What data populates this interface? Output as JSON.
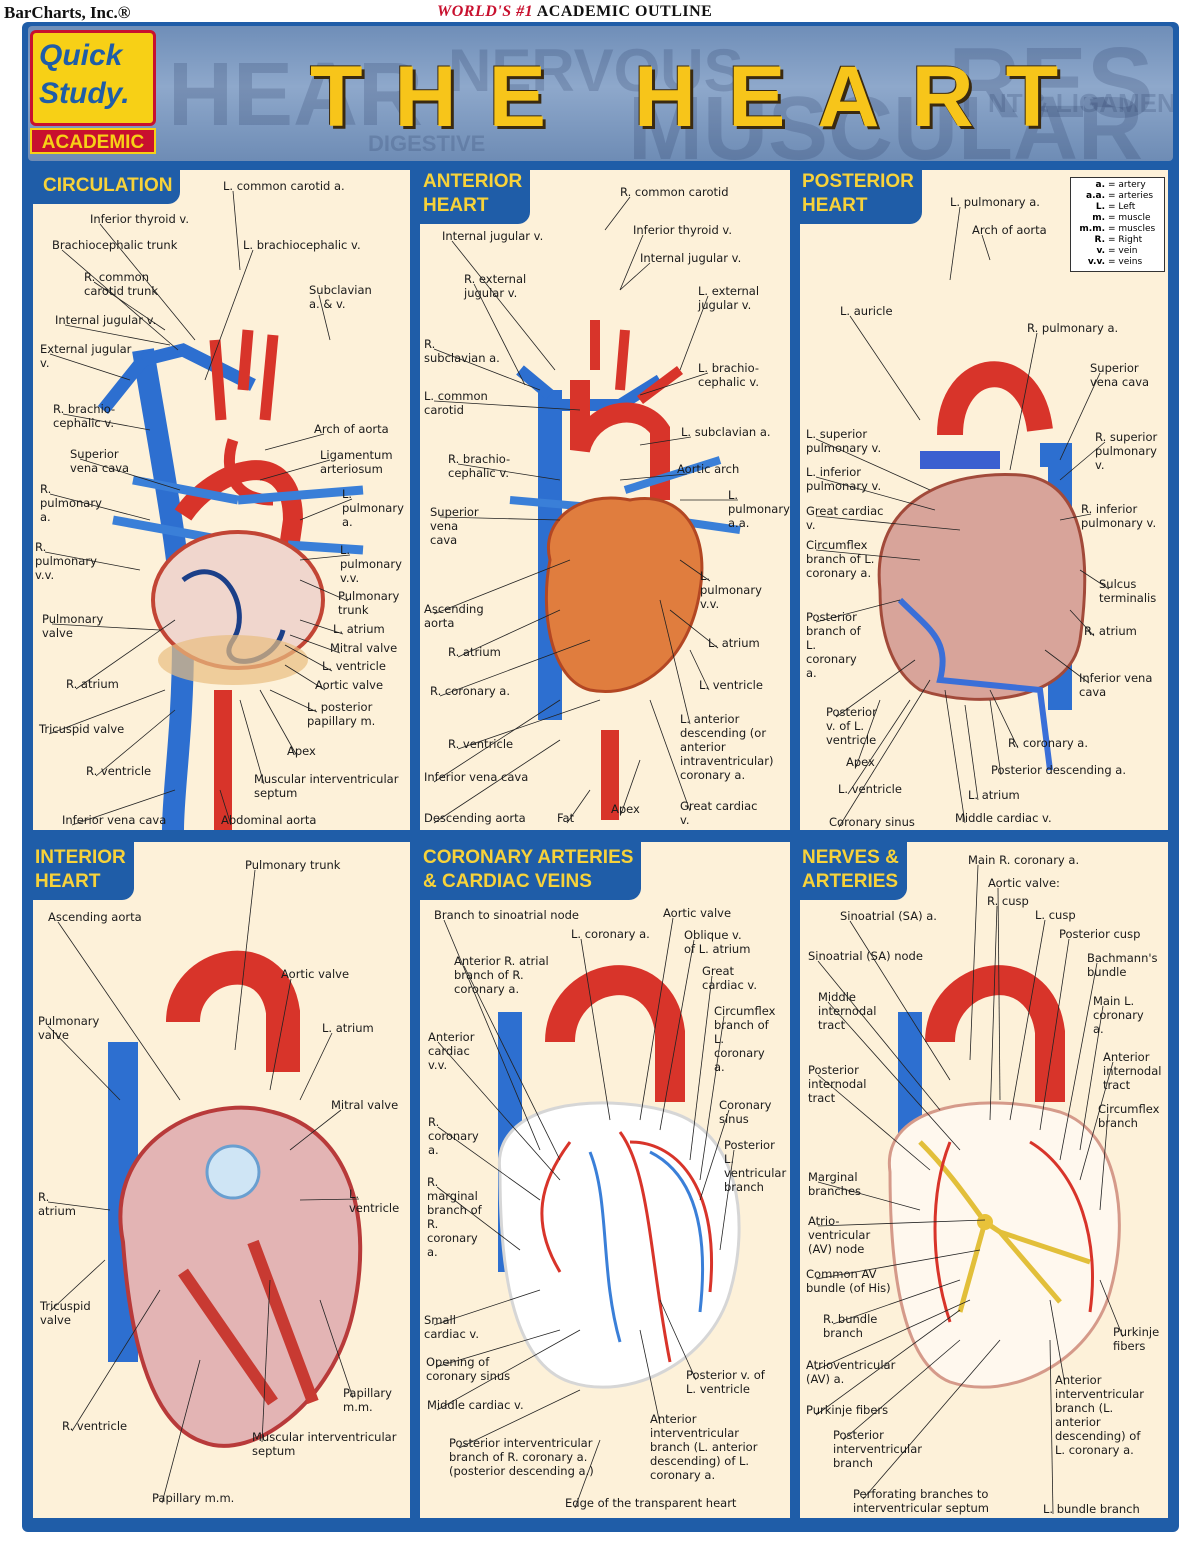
{
  "header": {
    "publisher": "BarCharts, Inc.®",
    "outline_emph": "WORLD'S #1",
    "outline_rest": " ACADEMIC OUTLINE"
  },
  "banner": {
    "logo_line1": "Quick",
    "logo_line2": "Study.",
    "logo_line3": "ACADEMIC",
    "title": "THE HEART"
  },
  "colors": {
    "frame_blue": "#1f5da8",
    "title_yellow": "#f7c51a",
    "panel_bg": "#fdf1d9",
    "artery_red": "#d8342a",
    "vein_blue": "#2d6fd0"
  },
  "legend": [
    {
      "key": "a.",
      "value": "artery"
    },
    {
      "key": "a.a.",
      "value": "arteries"
    },
    {
      "key": "L.",
      "value": "Left"
    },
    {
      "key": "m.",
      "value": "muscle"
    },
    {
      "key": "m.m.",
      "value": "muscles"
    },
    {
      "key": "R.",
      "value": "Right"
    },
    {
      "key": "v.",
      "value": "vein"
    },
    {
      "key": "v.v.",
      "value": "veins"
    }
  ],
  "panels": {
    "circulation": {
      "title": "CIRCULATION",
      "labels": [
        "L. common carotid a.",
        "Inferior thyroid v.",
        "Brachiocephalic trunk",
        "L. brachiocephalic v.",
        "R. common\ncarotid trunk",
        "Subclavian\na. & v.",
        "Internal jugular v.",
        "External jugular\nv.",
        "R. brachio-\ncephalic v.",
        "Arch of aorta",
        "Superior\nvena cava",
        "Ligamentum\narteriosum",
        "R.\npulmonary\na.",
        "L.\npulmonary\na.",
        "R.\npulmonary\nv.v.",
        "L.\npulmonary\nv.v.",
        "Pulmonary\ntrunk",
        "Pulmonary\nvalve",
        "L. atrium",
        "Mitral valve",
        "L. ventricle",
        "R. atrium",
        "Aortic valve",
        "L. posterior\npapillary m.",
        "Tricuspid valve",
        "Apex",
        "R. ventricle",
        "Muscular interventricular\nseptum",
        "Inferior vena cava",
        "Abdominal aorta"
      ]
    },
    "anterior": {
      "title": "ANTERIOR\nHEART",
      "labels": [
        "R. common carotid",
        "Internal jugular v.",
        "Inferior thyroid v.",
        "Internal jugular v.",
        "R. external\njugular v.",
        "L. external\njugular v.",
        "R.\nsubclavian a.",
        "L. brachio-\ncephalic v.",
        "L. common\ncarotid",
        "L. subclavian a.",
        "R. brachio-\ncephalic v.",
        "Aortic arch",
        "Superior\nvena\ncava",
        "L.\npulmonary\na.a.",
        "Ascending\naorta",
        "L.\npulmonary\nv.v.",
        "R. atrium",
        "L. atrium",
        "R. coronary a.",
        "L. ventricle",
        "R. ventricle",
        "L. anterior\ndescending (or\nanterior\nintraventricular)\ncoronary a.",
        "Inferior vena cava",
        "Great cardiac\nv.",
        "Descending aorta",
        "Fat",
        "Apex"
      ]
    },
    "posterior": {
      "title": "POSTERIOR\nHEART",
      "labels": [
        "L. pulmonary a.",
        "Arch of aorta",
        "L. auricle",
        "R. pulmonary a.",
        "Superior\nvena cava",
        "L. superior\npulmonary v.",
        "R. superior\npulmonary\nv.",
        "L. inferior\npulmonary v.",
        "R. inferior\npulmonary v.",
        "Great cardiac\nv.",
        "Circumflex\nbranch of L.\ncoronary a.",
        "Sulcus\nterminalis",
        "Posterior\nbranch of\nL.\ncoronary\na.",
        "R. atrium",
        "Inferior vena\ncava",
        "Posterior\nv. of L.\nventricle",
        "R. coronary a.",
        "Apex",
        "Posterior descending a.",
        "L. ventricle",
        "L. atrium",
        "Coronary sinus",
        "Middle cardiac v."
      ]
    },
    "interior": {
      "title": "INTERIOR\nHEART",
      "labels": [
        "Pulmonary trunk",
        "Ascending aorta",
        "Aortic valve",
        "Pulmonary\nvalve",
        "L. atrium",
        "Mitral valve",
        "R.\natrium",
        "L.\nventricle",
        "Tricuspid\nvalve",
        "Papillary\nm.m.",
        "R. ventricle",
        "Muscular interventricular\nseptum",
        "Papillary m.m."
      ]
    },
    "coronary": {
      "title": "CORONARY ARTERIES\n& CARDIAC VEINS",
      "labels": [
        "Branch to sinoatrial node",
        "Aortic valve",
        "L. coronary a.",
        "Oblique v.\nof L. atrium",
        "Anterior R. atrial\nbranch of R.\ncoronary a.",
        "Great\ncardiac v.",
        "Circumflex\nbranch of\nL.\ncoronary\na.",
        "Anterior\ncardiac\nv.v.",
        "Coronary\nsinus",
        "R.\ncoronary\na.",
        "Posterior\nL.\nventricular\nbranch",
        "R.\nmarginal\nbranch of\nR.\ncoronary\na.",
        "Small\ncardiac v.",
        "Opening of\ncoronary sinus",
        "Posterior v. of\nL. ventricle",
        "Middle cardiac v.",
        "Anterior\ninterventricular\nbranch (L. anterior\ndescending) of L.\ncoronary a.",
        "Posterior interventricular\nbranch of R. coronary a.\n(posterior descending a.)",
        "Edge of the transparent heart"
      ]
    },
    "nerves": {
      "title": "NERVES &\nARTERIES",
      "labels": [
        "Main R. coronary a.",
        "Aortic valve:",
        "R. cusp",
        "Sinoatrial (SA) a.",
        "L. cusp",
        "Posterior cusp",
        "Sinoatrial (SA) node",
        "Bachmann's\nbundle",
        "Middle\ninternodal\ntract",
        "Main L.\ncoronary\na.",
        "Posterior\ninternodal\ntract",
        "Anterior\ninternodal\ntract",
        "Circumflex\nbranch",
        "Marginal\nbranches",
        "Atrio-\nventricular\n(AV) node",
        "Common AV\nbundle (of His)",
        "R. bundle\nbranch",
        "Purkinje\nfibers",
        "Atrioventricular\n(AV) a.",
        "Purkinje fibers",
        "Anterior\ninterventricular\nbranch (L.\nanterior\ndescending) of\nL. coronary a.",
        "Posterior\ninterventricular\nbranch",
        "Perforating branches to\ninterventricular septum",
        "L. bundle branch"
      ]
    }
  }
}
